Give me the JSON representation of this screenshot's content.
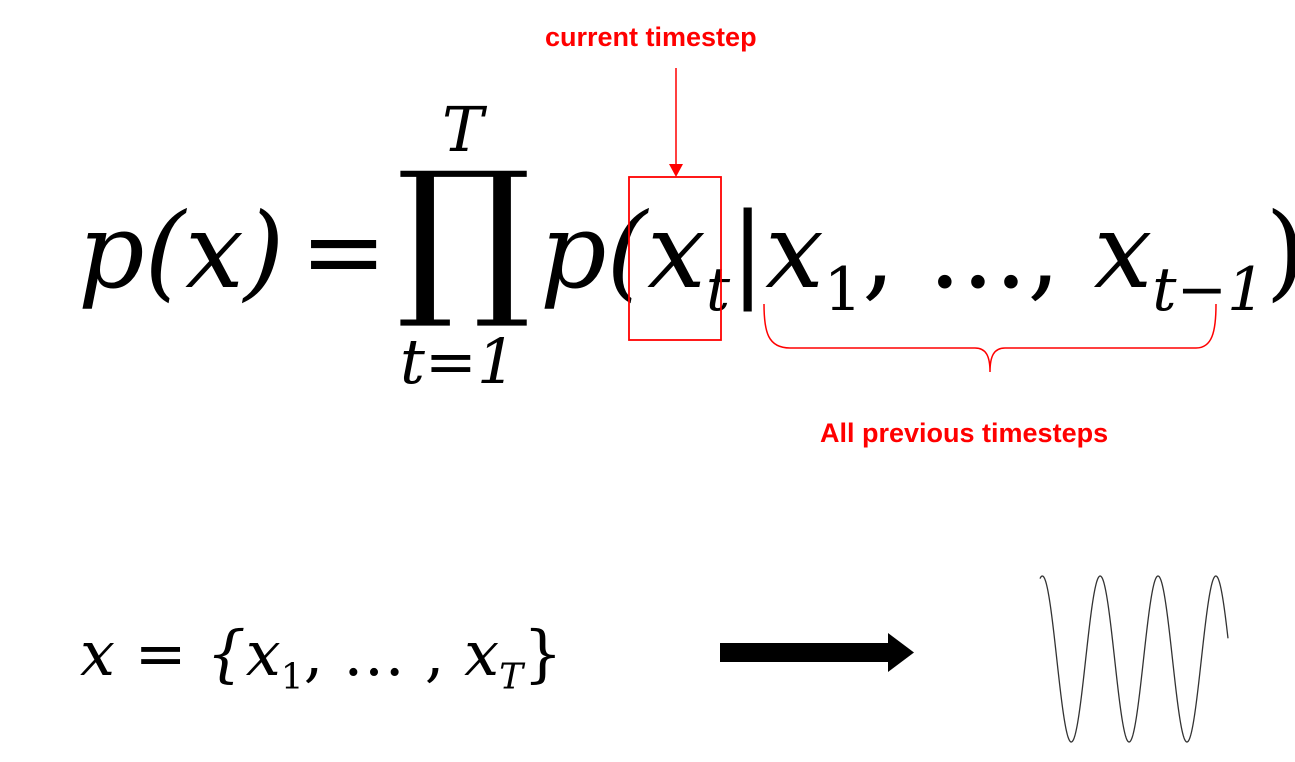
{
  "annotations": {
    "current_label": "current timestep",
    "previous_label": "All previous timesteps",
    "color": "#ff0000"
  },
  "main_equation": {
    "lhs": "p(x)",
    "equals": "=",
    "product_symbol": "∏",
    "upper_limit": "T",
    "lower_limit": "t=1",
    "p_open": "p(",
    "var": "x",
    "sub_t": "t",
    "bar": "|",
    "x1_var": "x",
    "x1_sub": "1",
    "ellipsis": ", ..., ",
    "xt1_var": "x",
    "xt1_sub": "t−1",
    "close": ")"
  },
  "sequence_equation": {
    "lhs": "x = {",
    "x1_var": "x",
    "x1_sub": "1",
    "middle": ", … , ",
    "xT_var": "x",
    "xT_sub": "T",
    "close": "}"
  },
  "waveform": {
    "type": "sine",
    "cycles": 3.25
  }
}
